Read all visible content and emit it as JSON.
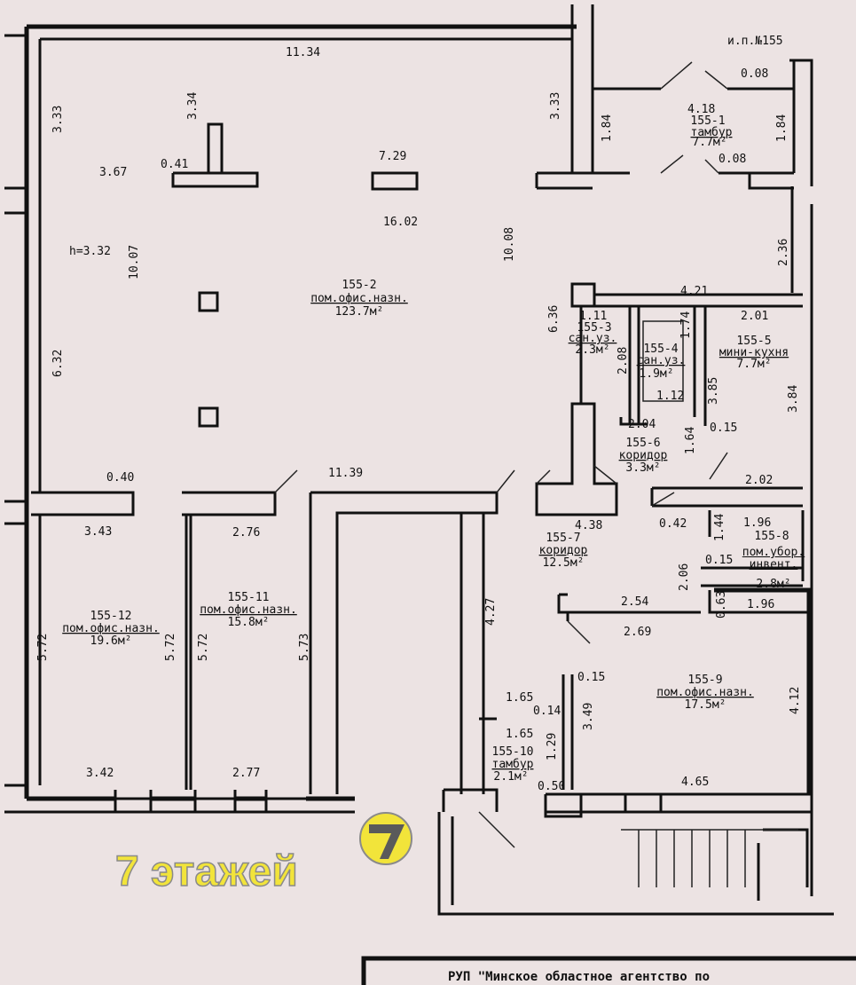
{
  "plan_number": "и.п.№155",
  "ceiling_height": "h=3.32",
  "rooms": [
    {
      "id": "155-1",
      "name": "тамбур",
      "area": "7.7м²"
    },
    {
      "id": "155-2",
      "name": "пом.офис.назн.",
      "area": "123.7м²"
    },
    {
      "id": "155-3",
      "name": "сан.уз.",
      "area": "2.3м²"
    },
    {
      "id": "155-4",
      "name": "сан.уз.",
      "area": "1.9м²"
    },
    {
      "id": "155-5",
      "name": "мини-кухня",
      "area": "7.7м²"
    },
    {
      "id": "155-6",
      "name": "коридор",
      "area": "3.3м²"
    },
    {
      "id": "155-7",
      "name": "коридор",
      "area": "12.5м²"
    },
    {
      "id": "155-8",
      "name": "пом.убор.инвент.",
      "area": "2.8м²"
    },
    {
      "id": "155-9",
      "name": "пом.офис.назн.",
      "area": "17.5м²"
    },
    {
      "id": "155-10",
      "name": "тамбур",
      "area": "2.1м²"
    },
    {
      "id": "155-11",
      "name": "пом.офис.назн.",
      "area": "15.8м²"
    },
    {
      "id": "155-12",
      "name": "пом.офис.назн.",
      "area": "19.6м²"
    }
  ],
  "dimensions": [
    "11.34",
    "3.34",
    "3.33",
    "3.33",
    "3.67",
    "0.41",
    "7.29",
    "16.02",
    "10.07",
    "10.08",
    "6.32",
    "0.40",
    "3.43",
    "2.76",
    "11.39",
    "5.72",
    "5.72",
    "5.72",
    "5.73",
    "3.42",
    "2.77",
    "4.27",
    "4.18",
    "0.08",
    "0.08",
    "1.84",
    "1.84",
    "2.36",
    "6.36",
    "4.21",
    "1.11",
    "2.08",
    "1.74",
    "1.12",
    "2.01",
    "3.85",
    "3.84",
    "2.04",
    "0.15",
    "1.64",
    "2.02",
    "4.38",
    "0.42",
    "1.44",
    "1.96",
    "0.15",
    "2.06",
    "2.54",
    "0.63",
    "1.96",
    "2.69",
    "0.15",
    "1.65",
    "0.14",
    "3.49",
    "1.65",
    "1.29",
    "0.50",
    "4.12",
    "4.65"
  ],
  "banner": {
    "text": "7 этажей",
    "logo": "7"
  },
  "footer": "РУП \"Минское областное агентство по"
}
